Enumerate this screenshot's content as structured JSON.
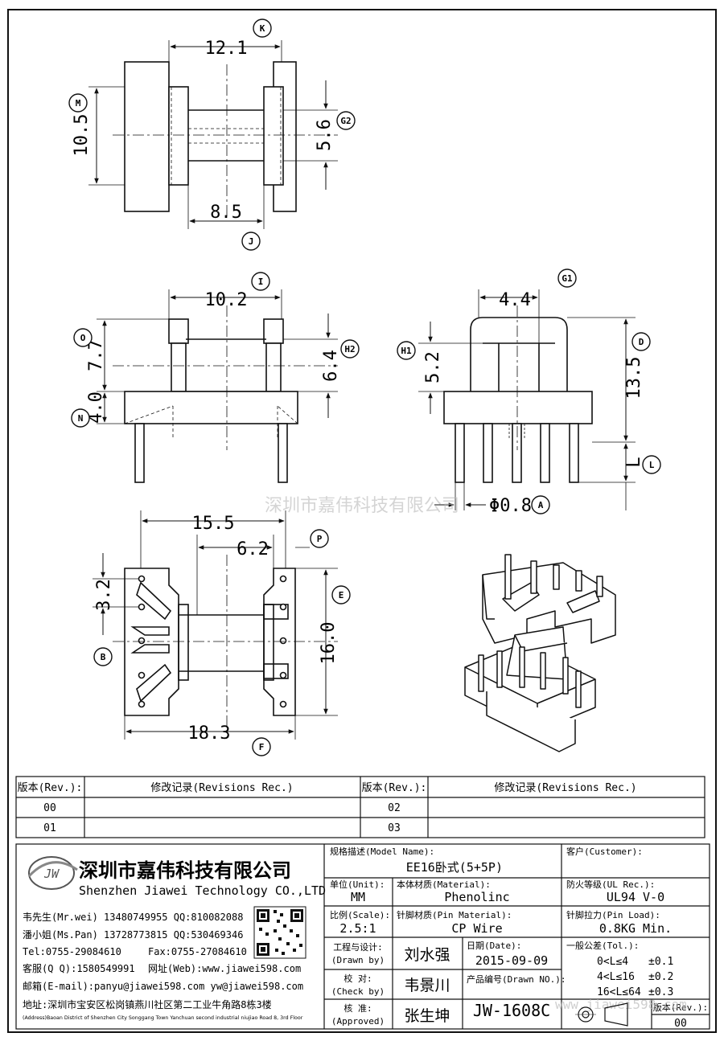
{
  "dims": {
    "top_width": "12.1",
    "top_height": "10.5",
    "top_bobbin": "5.6",
    "top_inner": "8.5",
    "front_width": "10.2",
    "front_upper": "7.7",
    "front_lower": "4.0",
    "front_mid": "6.4",
    "side_pitch": "4.4",
    "side_h1": "5.2",
    "side_total": "13.5",
    "side_pin_len": "L",
    "pin_dia": "Φ0.8",
    "bottom_width": "15.5",
    "bottom_inner": "6.2",
    "bottom_height": "16.0",
    "bottom_pitch": "3.2",
    "bottom_total": "18.3"
  },
  "labels": {
    "k": "K",
    "m": "M",
    "g2": "G2",
    "j": "J",
    "i": "I",
    "o": "O",
    "n": "N",
    "h2": "H2",
    "g1": "G1",
    "h1": "H1",
    "d": "D",
    "l": "L",
    "a": "A",
    "p": "P",
    "e": "E",
    "b": "B",
    "f": "F"
  },
  "watermark": "深圳市嘉伟科技有限公司",
  "revisions": {
    "header_rev": "版本(Rev.):",
    "header_rec": "修改记录(Revisions Rec.)",
    "rows": [
      {
        "rev_a": "00",
        "rev_b": "02"
      },
      {
        "rev_a": "01",
        "rev_b": "03"
      }
    ]
  },
  "company": {
    "logo": "JW",
    "name_cn": "深圳市嘉伟科技有限公司",
    "name_en": "Shenzhen Jiawei Technology CO.,LTD",
    "contact1": "韦先生(Mr.wei) 13480749955 QQ:810082088",
    "contact2": "潘小姐(Ms.Pan) 13728773815 QQ:530469346",
    "tel": "Tel:0755-29084610",
    "fax": "Fax:0755-27084610",
    "qq": "客服(Q Q):1580549991",
    "web": "网址(Web):www.jiawei598.com",
    "email": "邮箱(E-mail):panyu@jiawei598.com  yw@jiawei598.com",
    "addr_cn": "地址:深圳市宝安区松岗镇燕川社区第二工业牛角路8栋3楼",
    "addr_en": "(Address)Baoan District of Shenzhen City Songgang Town Yanchuan  second industrial niujiao Road 8, 3rd Floor"
  },
  "title_block": {
    "model_label": "规格描述(Model Name):",
    "model_value": "EE16卧式(5+5P)",
    "customer_label": "客户(Customer):",
    "unit_label": "单位(Unit):",
    "unit_value": "MM",
    "material_label": "本体材质(Material):",
    "material_value": "Phenolinc",
    "ul_label": "防火等级(UL Rec.):",
    "ul_value": "UL94 V-0",
    "scale_label": "比例(Scale):",
    "scale_value": "2.5:1",
    "pin_mat_label": "针脚材质(Pin Material):",
    "pin_mat_value": "CP Wire",
    "pin_load_label": "针脚拉力(Pin Load):",
    "pin_load_value": "0.8KG Min.",
    "drawn_label": "工程与设计:",
    "drawn_label_en": "(Drawn by)",
    "drawn_value": "刘水强",
    "date_label": "日期(Date):",
    "date_value": "2015-09-09",
    "tol_label": "一般公差(Tol.):",
    "tol": [
      {
        "range": "0<L≤4",
        "val": "±0.1"
      },
      {
        "range": "4<L≤16",
        "val": "±0.2"
      },
      {
        "range": "16<L≤64",
        "val": "±0.3"
      }
    ],
    "check_label": "校  对:",
    "check_label_en": "(Check by)",
    "check_value": "韦景川",
    "drawn_no_label": "产品编号(Drawn NO.):",
    "drawn_no_value": "JW-1608C",
    "approve_label": "核  准:",
    "approve_label_en": "(Approved)",
    "approve_value": "张生坤",
    "rev_label": "版本(Rev.):",
    "rev_value": "00",
    "site_watermark": "www.jiawei598.com"
  }
}
